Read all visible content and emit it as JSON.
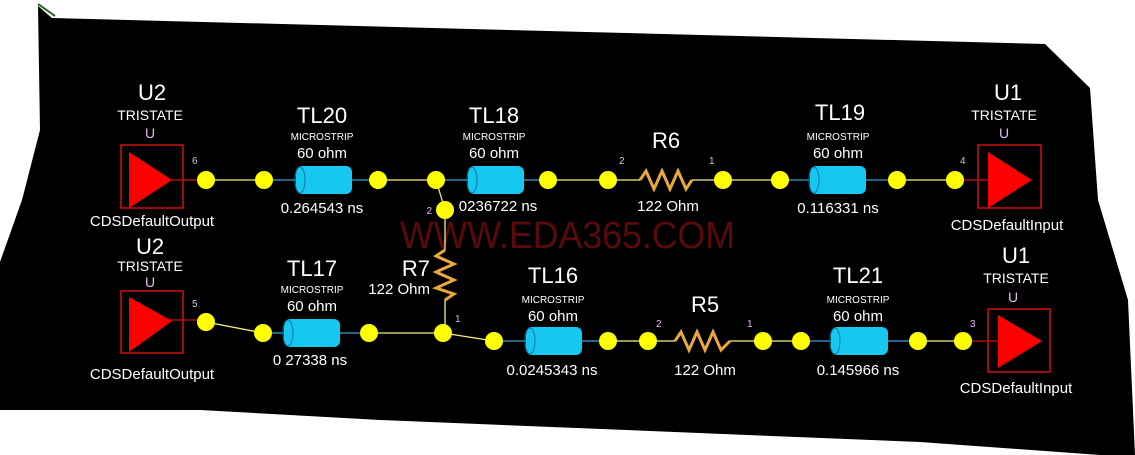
{
  "watermark": "WWW.EDA365.COM",
  "colors": {
    "background": "#000000",
    "wire": "#f5f07a",
    "node": "#ffff00",
    "line": "#16c8f0",
    "resistor": "#e8a83a",
    "driver": "#ff0000"
  },
  "top": {
    "u2": {
      "ref": "U2",
      "type": "TRISTATE",
      "sub": "U",
      "model": "CDSDefaultOutput",
      "pin": "6"
    },
    "tl20": {
      "ref": "TL20",
      "kind": "MICROSTRIP",
      "z": "60 ohm",
      "delay": "0.264543 ns"
    },
    "tl18": {
      "ref": "TL18",
      "kind": "MICROSTRIP",
      "z": "60 ohm",
      "delay": "0236722 ns"
    },
    "r6": {
      "ref": "R6",
      "value": "122 Ohm",
      "pin_left": "2",
      "pin_right": "1"
    },
    "tl19": {
      "ref": "TL19",
      "kind": "MICROSTRIP",
      "z": "60 ohm",
      "delay": "0.116331 ns"
    },
    "u1": {
      "ref": "U1",
      "type": "TRISTATE",
      "sub": "U",
      "model": "CDSDefaultInput",
      "pin": "4"
    }
  },
  "r7": {
    "ref": "R7",
    "value": "122 Ohm",
    "pin_top": "2",
    "pin_bottom": "1"
  },
  "bottom": {
    "u2": {
      "ref": "U2",
      "type": "TRISTATE",
      "sub": "U",
      "model": "CDSDefaultOutput",
      "pin": "5"
    },
    "tl17": {
      "ref": "TL17",
      "kind": "MICROSTRIP",
      "z": "60 ohm",
      "delay": "0 27338 ns"
    },
    "tl16": {
      "ref": "TL16",
      "kind": "MICROSTRIP",
      "z": "60 ohm",
      "delay": "0.0245343 ns"
    },
    "r5": {
      "ref": "R5",
      "value": "122 Ohm",
      "pin_left": "2",
      "pin_right": "1"
    },
    "tl21": {
      "ref": "TL21",
      "kind": "MICROSTRIP",
      "z": "60 ohm",
      "delay": "0.145966 ns"
    },
    "u1": {
      "ref": "U1",
      "type": "TRISTATE",
      "sub": "U",
      "model": "CDSDefaultInput",
      "pin": "3"
    }
  }
}
